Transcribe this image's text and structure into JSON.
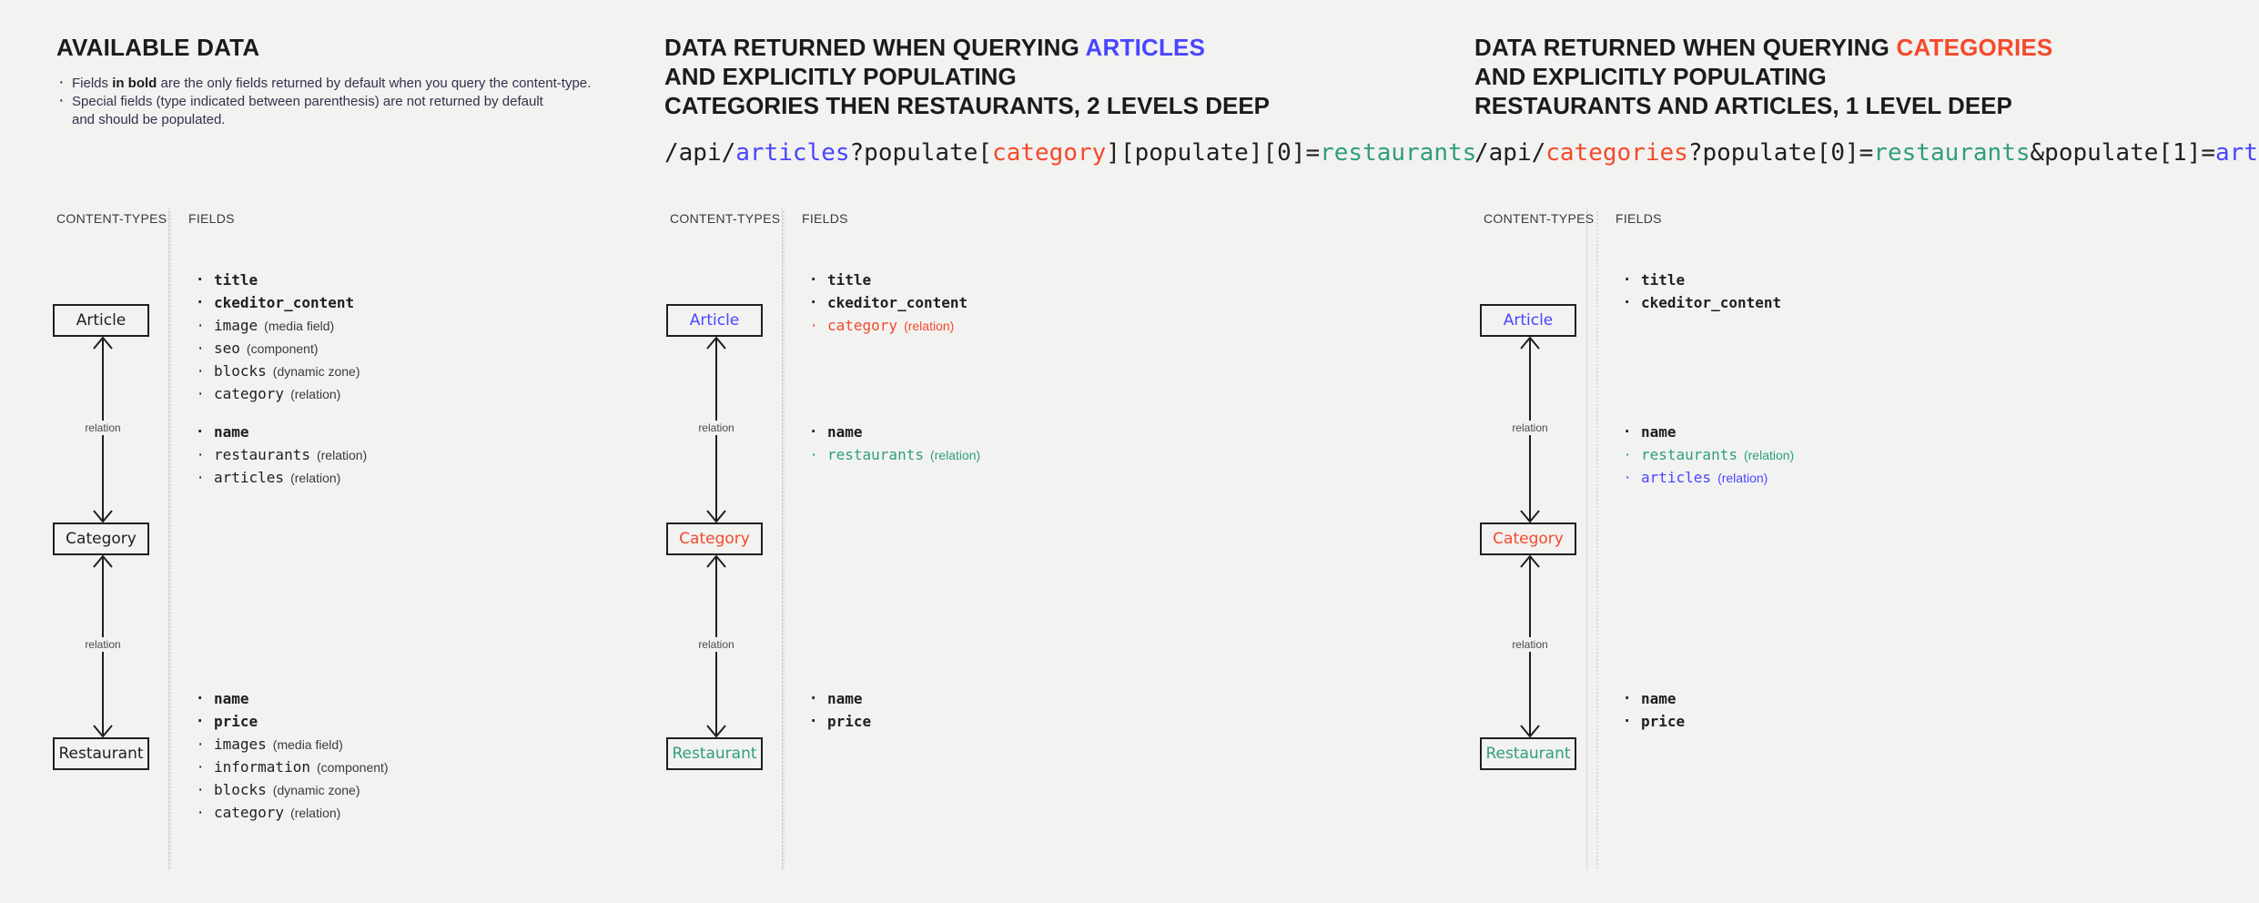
{
  "colors": {
    "background": "#f2f2f1",
    "text": "#1f1f20",
    "accent_blue": "#4945ff",
    "accent_orange": "#f5492a",
    "accent_green": "#2f9e7e",
    "rule": "#d6d6d4"
  },
  "panels": [
    {
      "id": "available-data",
      "title": "AVAILABLE DATA",
      "title_accent": "",
      "title_accent_color": "",
      "subtitle_lines": [],
      "url": null,
      "notes": [
        {
          "pre": "Fields ",
          "bold": "in bold",
          "post": " are the only fields returned by default when you query the content-type.",
          "cont": ""
        },
        {
          "pre": "Special fields (type indicated between parenthesis) are not returned by default",
          "bold": "",
          "post": "",
          "cont": "and should be populated."
        }
      ],
      "caption_types": "CONTENT-TYPES",
      "caption_fields": "FIELDS",
      "relation_label": "relation",
      "nodes": [
        {
          "name": "Article",
          "color": "default",
          "fields": [
            {
              "name": "title",
              "type": "",
              "style": "bold",
              "color": "default"
            },
            {
              "name": "ckeditor_content",
              "type": "",
              "style": "bold",
              "color": "default"
            },
            {
              "name": "image",
              "type": "(media field)",
              "style": "normal",
              "color": "default"
            },
            {
              "name": "seo",
              "type": "(component)",
              "style": "normal",
              "color": "default"
            },
            {
              "name": "blocks",
              "type": "(dynamic zone)",
              "style": "normal",
              "color": "default"
            },
            {
              "name": "category",
              "type": "(relation)",
              "style": "normal",
              "color": "default"
            }
          ]
        },
        {
          "name": "Category",
          "color": "default",
          "fields": [
            {
              "name": "name",
              "type": "",
              "style": "bold",
              "color": "default"
            },
            {
              "name": "restaurants",
              "type": "(relation)",
              "style": "normal",
              "color": "default"
            },
            {
              "name": "articles",
              "type": "(relation)",
              "style": "normal",
              "color": "default"
            }
          ]
        },
        {
          "name": "Restaurant",
          "color": "default",
          "fields": [
            {
              "name": "name",
              "type": "",
              "style": "bold",
              "color": "default"
            },
            {
              "name": "price",
              "type": "",
              "style": "bold",
              "color": "default"
            },
            {
              "name": "images",
              "type": "(media field)",
              "style": "normal",
              "color": "default"
            },
            {
              "name": "information",
              "type": "(component)",
              "style": "normal",
              "color": "default"
            },
            {
              "name": "blocks",
              "type": "(dynamic zone)",
              "style": "normal",
              "color": "default"
            },
            {
              "name": "category",
              "type": "(relation)",
              "style": "normal",
              "color": "default"
            }
          ]
        }
      ]
    },
    {
      "id": "query-articles",
      "title_pre": "DATA RETURNED WHEN QUERYING ",
      "title_accent": "ARTICLES",
      "title_accent_color": "blue",
      "subtitle_lines": [
        "AND EXPLICITLY POPULATING",
        "CATEGORIES THEN RESTAURANTS, 2 LEVELS DEEP"
      ],
      "url_parts": [
        {
          "text": "/api/",
          "color": "default"
        },
        {
          "text": "articles",
          "color": "blue"
        },
        {
          "text": "?populate[",
          "color": "default"
        },
        {
          "text": "category",
          "color": "orange"
        },
        {
          "text": "][populate][0]=",
          "color": "default"
        },
        {
          "text": "restaurants",
          "color": "green"
        }
      ],
      "caption_types": "CONTENT-TYPES",
      "caption_fields": "FIELDS",
      "relation_label": "relation",
      "nodes": [
        {
          "name": "Article",
          "color": "blue",
          "fields": [
            {
              "name": "title",
              "type": "",
              "style": "bold",
              "color": "default"
            },
            {
              "name": "ckeditor_content",
              "type": "",
              "style": "bold",
              "color": "default"
            },
            {
              "name": "category",
              "type": "(relation)",
              "style": "normal",
              "color": "orange"
            }
          ]
        },
        {
          "name": "Category",
          "color": "orange",
          "fields": [
            {
              "name": "name",
              "type": "",
              "style": "bold",
              "color": "default"
            },
            {
              "name": "restaurants",
              "type": "(relation)",
              "style": "normal",
              "color": "green"
            }
          ]
        },
        {
          "name": "Restaurant",
          "color": "green",
          "fields": [
            {
              "name": "name",
              "type": "",
              "style": "bold",
              "color": "default"
            },
            {
              "name": "price",
              "type": "",
              "style": "bold",
              "color": "default"
            }
          ]
        }
      ]
    },
    {
      "id": "query-categories",
      "title_pre": "DATA RETURNED WHEN QUERYING ",
      "title_accent": "CATEGORIES",
      "title_accent_color": "orange",
      "subtitle_lines": [
        "AND EXPLICITLY POPULATING",
        "RESTAURANTS AND ARTICLES, 1 LEVEL DEEP"
      ],
      "url_parts": [
        {
          "text": "/api/",
          "color": "default"
        },
        {
          "text": "categories",
          "color": "orange"
        },
        {
          "text": "?populate[0]=",
          "color": "default"
        },
        {
          "text": "restaurants",
          "color": "green"
        },
        {
          "text": "&populate[1]=",
          "color": "default"
        },
        {
          "text": "articles",
          "color": "blue"
        }
      ],
      "caption_types": "CONTENT-TYPES",
      "caption_fields": "FIELDS",
      "relation_label": "relation",
      "nodes": [
        {
          "name": "Article",
          "color": "blue",
          "fields": [
            {
              "name": "title",
              "type": "",
              "style": "bold",
              "color": "default"
            },
            {
              "name": "ckeditor_content",
              "type": "",
              "style": "bold",
              "color": "default"
            }
          ]
        },
        {
          "name": "Category",
          "color": "orange",
          "fields": [
            {
              "name": "name",
              "type": "",
              "style": "bold",
              "color": "default"
            },
            {
              "name": "restaurants",
              "type": "(relation)",
              "style": "normal",
              "color": "green"
            },
            {
              "name": "articles",
              "type": "(relation)",
              "style": "normal",
              "color": "blue"
            }
          ]
        },
        {
          "name": "Restaurant",
          "color": "green",
          "fields": [
            {
              "name": "name",
              "type": "",
              "style": "bold",
              "color": "default"
            },
            {
              "name": "price",
              "type": "",
              "style": "bold",
              "color": "default"
            }
          ]
        }
      ]
    }
  ]
}
